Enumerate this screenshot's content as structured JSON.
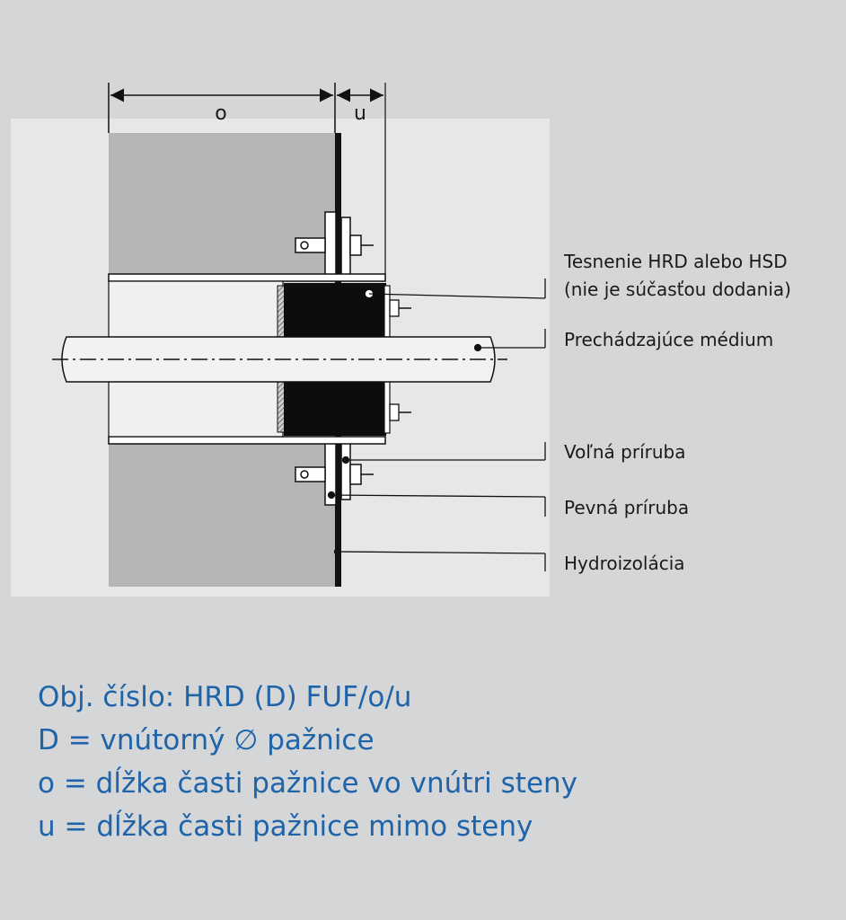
{
  "colors": {
    "page_background": "#d4d6d8",
    "panel_background": "#e6e7e8",
    "wall_fill": "#b3b5b7",
    "seal_fill": "#0d0d0d",
    "caption_text": "#1f63a8"
  },
  "dimensions": {
    "o_label": "o",
    "u_label": "u"
  },
  "callouts": [
    {
      "lines": [
        "Tesnenie HRD alebo HSD",
        "(nie je súčasťou dodania)"
      ]
    },
    {
      "lines": [
        "Prechádzajúce médium"
      ]
    },
    {
      "lines": [
        "Voľná príruba"
      ]
    },
    {
      "lines": [
        "Pevná príruba"
      ]
    },
    {
      "lines": [
        "Hydroizolácia"
      ]
    }
  ],
  "caption": {
    "line1": "Obj. číslo: HRD (D) FUF/o/u",
    "line2": "D = vnútorný ∅ pažnice",
    "line3": "o = dĺžka časti pažnice vo vnútri steny",
    "line4": "u = dĺžka časti pažnice mimo steny"
  }
}
